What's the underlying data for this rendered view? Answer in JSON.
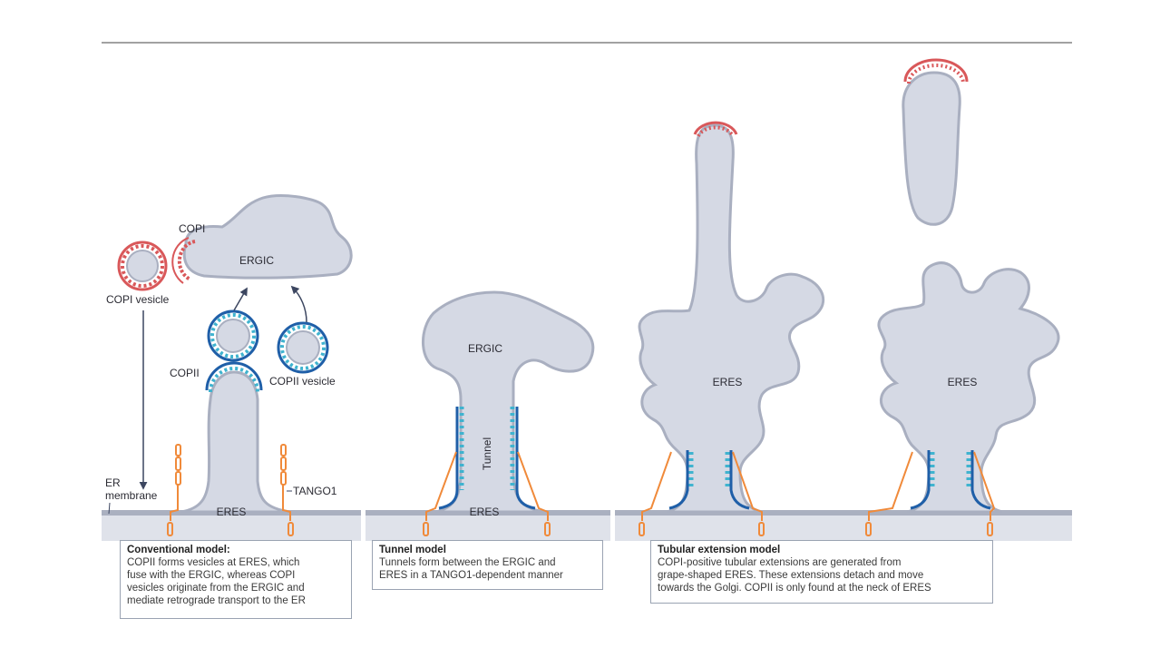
{
  "figure": {
    "colors": {
      "membrane_fill": "#d5d9e4",
      "membrane_edge": "#a9afc0",
      "copi": "#d9585a",
      "copii_outer": "#1f5fa8",
      "copii_inner": "#3fb3cf",
      "tango1": "#f08a3a",
      "arrow": "#3c4660"
    },
    "panels": [
      {
        "id": "conventional",
        "labels": {
          "copi": "COPI",
          "ergic": "ERGIC",
          "copi_vesicle": "COPI vesicle",
          "copii": "COPII",
          "copii_vesicle": "COPII vesicle",
          "er_membrane_1": "ER",
          "er_membrane_2": "membrane",
          "tango1": "TANGO1",
          "eres": "ERES"
        },
        "caption": {
          "title": "Conventional model:",
          "text": "COPII forms vesicles at ERES, which\nfuse with the ERGIC, whereas COPI\nvesicles originate from the ERGIC and\nmediate retrograde transport to the ER"
        }
      },
      {
        "id": "tunnel",
        "labels": {
          "ergic": "ERGIC",
          "tunnel": "Tunnel",
          "eres": "ERES"
        },
        "caption": {
          "title": "Tunnel model",
          "text": "Tunnels form between the ERGIC and\nERES in a TANGO1-dependent manner"
        }
      },
      {
        "id": "tubular",
        "labels": {
          "eres_left": "ERES",
          "eres_right": "ERES"
        },
        "caption": {
          "title": "Tubular extension model",
          "text": "COPI-positive tubular extensions are generated from\ngrape-shaped ERES. These extensions detach and move\ntowards the Golgi. COPII is only found at the neck of ERES"
        }
      }
    ]
  }
}
